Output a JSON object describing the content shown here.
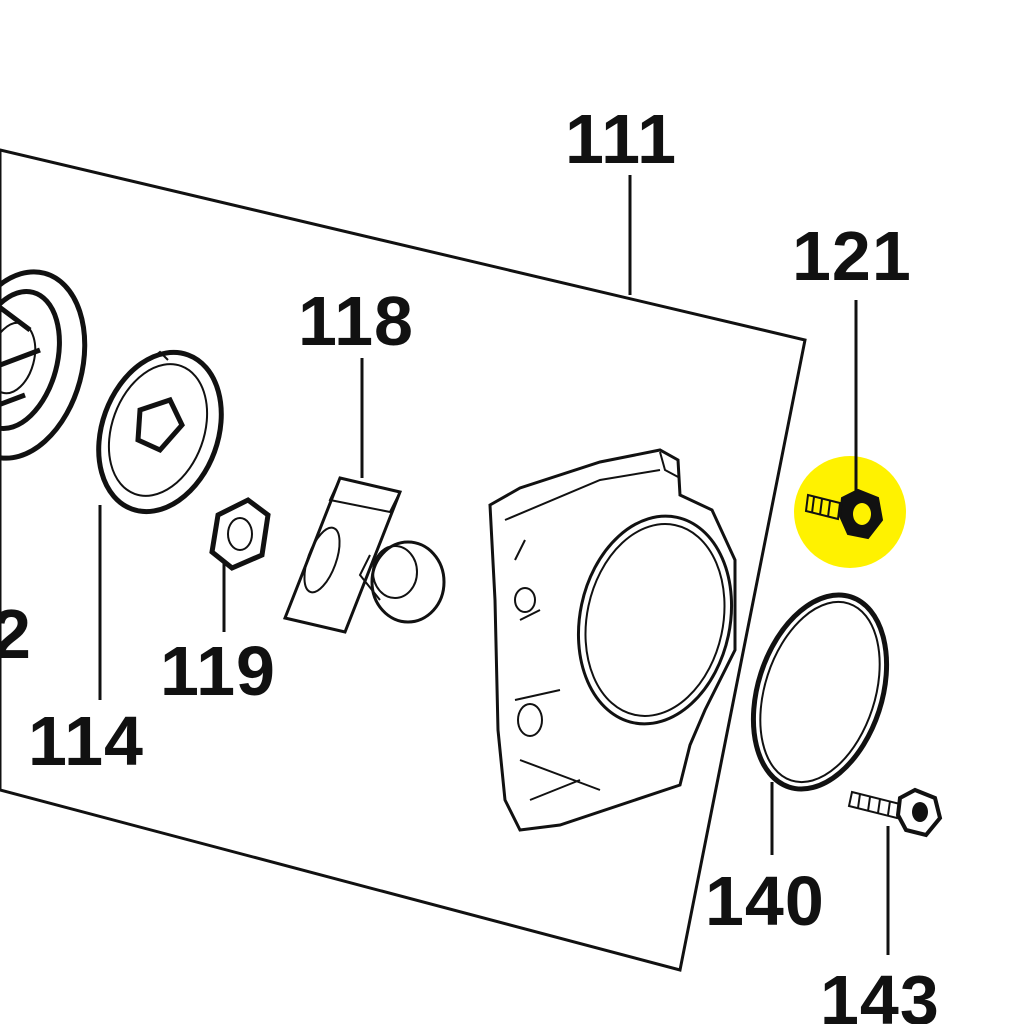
{
  "diagram": {
    "labels": {
      "p111": "111",
      "p121": "121",
      "p118": "118",
      "p2": "2",
      "p119": "119",
      "p114": "114",
      "p140": "140",
      "p143": "143"
    },
    "highlight_color": "#FFF200",
    "line_color": "#111111",
    "highlighted_part": "121"
  }
}
